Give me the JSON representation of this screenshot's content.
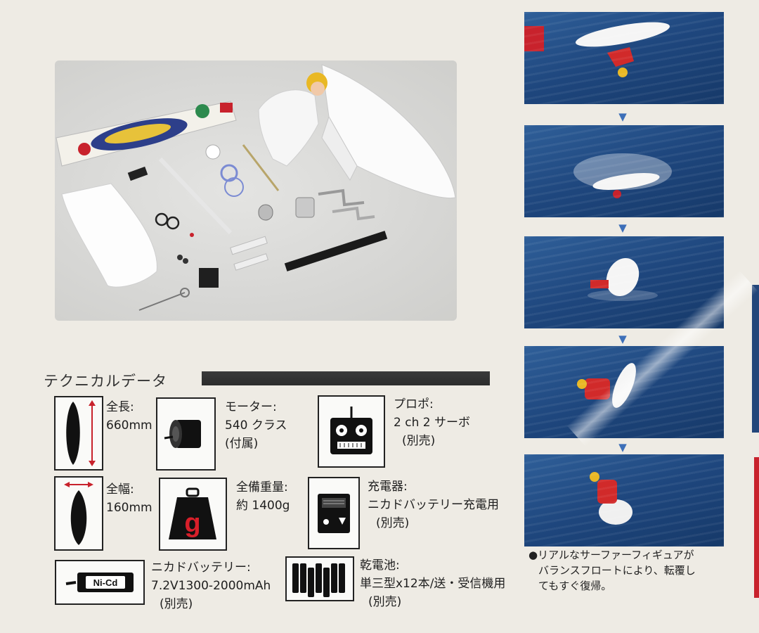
{
  "technical_data": {
    "title": "テクニカルデータ",
    "specs": {
      "length": {
        "label": "全長:",
        "value": "660mm"
      },
      "motor": {
        "label": "モーター:",
        "value": "540 クラス",
        "note": "(付属)"
      },
      "radio": {
        "label": "プロポ:",
        "value": "2 ch 2 サーボ",
        "note": "(別売)"
      },
      "width": {
        "label": "全幅:",
        "value": "160mm"
      },
      "weight": {
        "label": "全備重量:",
        "value": "約 1400g",
        "icon_letter": "g"
      },
      "charger": {
        "label": "充電器:",
        "value": "ニカドバッテリー充電用",
        "note": "(別売)"
      },
      "battery": {
        "label": "ニカドバッテリー:",
        "value": "7.2V1300-2000mAh",
        "note": "(別売)",
        "icon_text": "Ni-Cd"
      },
      "dry_cells": {
        "label": "乾電池:",
        "value": "単三型x12本/送・受信機用",
        "note": "(別売)"
      }
    }
  },
  "sequence": {
    "caption_lines": [
      "●リアルなサーファーフィギュアが",
      "バランスフロートにより、転覆し",
      "てもすぐ復帰。"
    ],
    "arrow_glyph": "▼"
  },
  "colors": {
    "background": "#eeebe4",
    "accent_red": "#c8222c",
    "water_blue": "#1e467d",
    "arrow_blue": "#3d6fb8"
  }
}
